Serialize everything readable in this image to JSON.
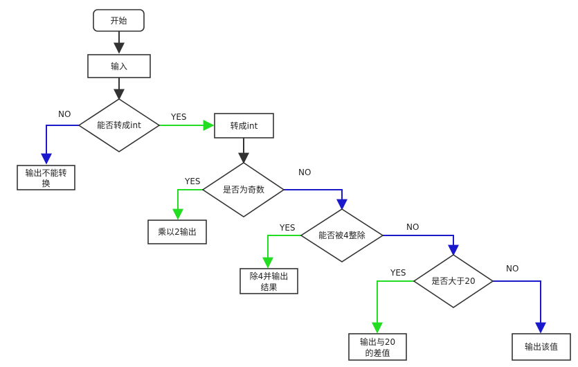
{
  "nodes": {
    "start": "开始",
    "input": "输入",
    "can_convert": "能否转成int",
    "cannot_convert_line1": "输出不能转",
    "cannot_convert_line2": "换",
    "convert": "转成int",
    "is_odd": "是否为奇数",
    "multiply_output": "乘以2输出",
    "div_by_4": "能否被4整除",
    "divide_output_line1": "除4并输出",
    "divide_output_line2": "结果",
    "gt_20": "是否大于20",
    "diff_output_line1": "输出与20",
    "diff_output_line2": "的差值",
    "output_value": "输出该值"
  },
  "edge_labels": {
    "yes": "YES",
    "no": "NO"
  },
  "colors": {
    "yes_edge": "#22dd22",
    "no_edge": "#1a1acc",
    "default_edge": "#333333"
  }
}
